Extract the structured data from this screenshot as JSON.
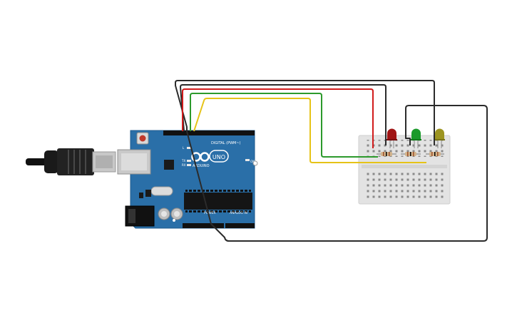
{
  "arduino": {
    "brand": "ARDUINO",
    "model": "UNO",
    "digital_label": "DIGITAL (PWM~)",
    "power_label": "POWER",
    "analog_label": "ANALOG IN",
    "on_label": "ON",
    "tx_label": "TX",
    "rx_label": "RX",
    "l_label": "L"
  },
  "colors": {
    "board": "#2a6fa8",
    "breadboard": "#e3e3e3",
    "wire_black": "#2b2b2b",
    "wire_red": "#d11c1c",
    "wire_green": "#2c9a2c",
    "wire_yellow": "#e6c317",
    "led_red": "#a01414",
    "led_green": "#1a9a2a",
    "led_yellow": "#9c9420"
  },
  "leds": [
    {
      "color": "red"
    },
    {
      "color": "green"
    },
    {
      "color": "yellow"
    }
  ]
}
